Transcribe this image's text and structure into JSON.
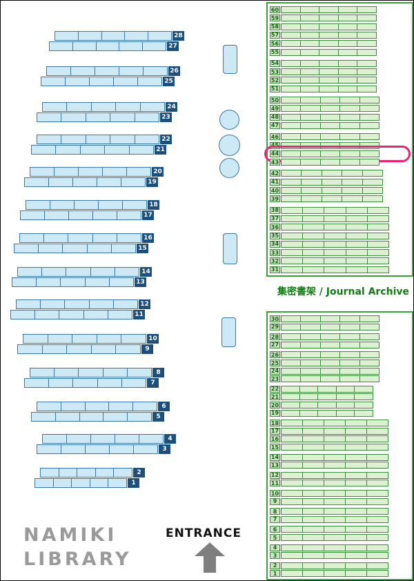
{
  "map_title": {
    "line1": "NAMIKI",
    "line2": "LIBRARY"
  },
  "entrance": {
    "label": "ENTRANCE"
  },
  "journal_archive": {
    "label": "集密書架 / Journal Archive",
    "highlighted_shelf": 44,
    "top_section_groups": [
      [
        60,
        59,
        58,
        57,
        56,
        55
      ],
      [
        54,
        53,
        52,
        51
      ],
      [
        50,
        49,
        48,
        47
      ],
      [
        46,
        45,
        44,
        43
      ],
      [
        42,
        41,
        40,
        39
      ],
      [
        38,
        37,
        36,
        35,
        34,
        33,
        32,
        31
      ]
    ],
    "bottom_section_groups": [
      [
        30,
        29
      ],
      [
        28,
        27
      ],
      [
        26,
        25,
        24,
        23
      ],
      [
        22,
        21,
        20,
        19
      ],
      [
        18,
        17,
        16,
        15
      ],
      [
        14,
        13
      ],
      [
        12,
        11
      ],
      [
        10,
        9
      ],
      [
        8,
        7
      ],
      [
        6,
        5
      ],
      [
        4,
        3
      ],
      [
        2,
        1
      ]
    ]
  },
  "reading_room_shelves": {
    "pairs": [
      [
        28,
        27
      ],
      [
        26,
        25
      ],
      [
        24,
        23
      ],
      [
        22,
        21
      ],
      [
        20,
        19
      ],
      [
        18,
        17
      ],
      [
        16,
        15
      ],
      [
        14,
        13
      ],
      [
        12,
        11
      ],
      [
        10,
        9
      ],
      [
        8,
        7
      ],
      [
        6,
        5
      ],
      [
        4,
        3
      ],
      [
        2,
        1
      ]
    ]
  },
  "colors": {
    "blue_shelf_fill": "#cde9f6",
    "blue_shelf_border": "#3a76a6",
    "blue_tag_bg": "#1d4f7c",
    "green_box_border": "#3aa03a",
    "green_shelf_fill": "#ddf0d2",
    "green_shelf_border": "#3c8a3c",
    "green_tag_bg": "#c9e7bd",
    "archive_label_color": "#157a15",
    "highlight_color": "#ee2277",
    "title_gray": "#9a9a9a",
    "arrow_gray": "#7f7f7f"
  }
}
